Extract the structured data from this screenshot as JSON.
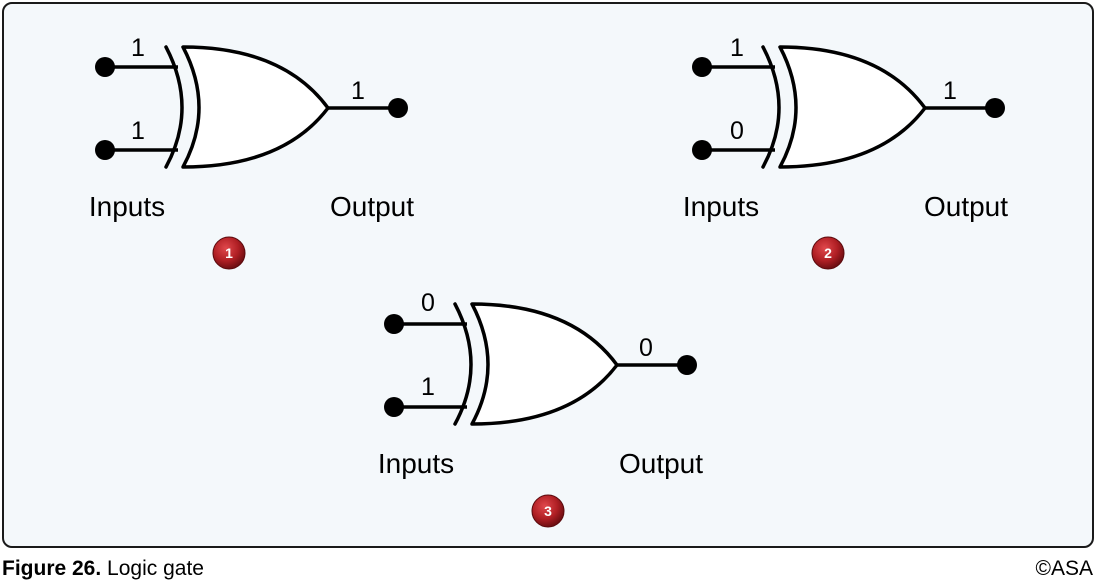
{
  "gates": [
    {
      "badge": "1",
      "inputs": [
        "1",
        "1"
      ],
      "output": "1",
      "inputs_label": "Inputs",
      "output_label": "Output"
    },
    {
      "badge": "2",
      "inputs": [
        "1",
        "0"
      ],
      "output": "1",
      "inputs_label": "Inputs",
      "output_label": "Output"
    },
    {
      "badge": "3",
      "inputs": [
        "0",
        "1"
      ],
      "output": "0",
      "inputs_label": "Inputs",
      "output_label": "Output"
    }
  ],
  "caption": {
    "figure": "Figure 26.",
    "title": "Logic gate"
  },
  "copyright": "©ASA",
  "colors": {
    "panel": "#f4f8fb",
    "badge": "#b01f24",
    "border": "#1a1a1a"
  }
}
